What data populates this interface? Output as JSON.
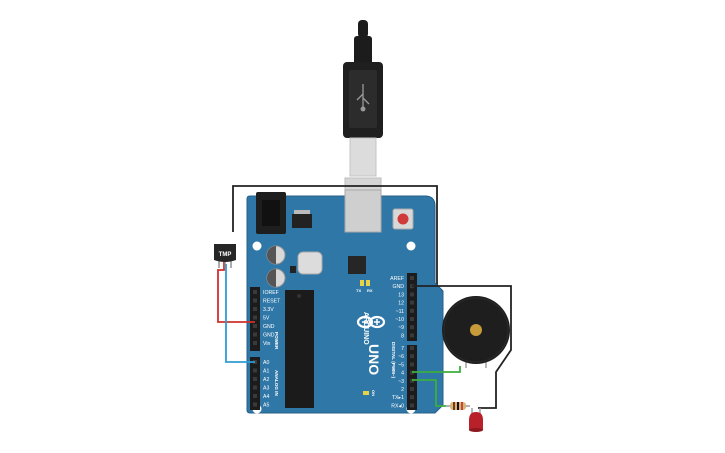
{
  "board": {
    "brand": "ARDUINO",
    "model": "UNO",
    "on_label": "ON",
    "tx_label": "TX",
    "rx_label": "RX",
    "l_label": "L",
    "power_header": "POWER",
    "analog_header": "ANALOG IN",
    "digital_header": "DIGITAL (PWM~)",
    "power_pins": [
      "IOREF",
      "RESET",
      "3.3V",
      "5V",
      "GND",
      "GND",
      "Vin"
    ],
    "analog_pins": [
      "A0",
      "A1",
      "A2",
      "A3",
      "A4",
      "A5"
    ],
    "digital_top_pins": [
      "AREF",
      "GND",
      "13",
      "12",
      "~11",
      "~10",
      "~9",
      "8"
    ],
    "digital_bottom_pins": [
      "7",
      "~6",
      "~5",
      "4",
      "~3",
      "2",
      "TX▸1",
      "RX◂0"
    ]
  },
  "sensor": {
    "label": "TMP"
  },
  "components": {
    "usb_cable": "usb-cable",
    "buzzer": "piezo-buzzer",
    "resistor": "resistor",
    "led": "red-led"
  },
  "colors": {
    "board": "#2F77A7",
    "wire_black": "#222222",
    "wire_red": "#D0312D",
    "wire_blue": "#2F9BD6",
    "wire_green": "#3DAE3D",
    "led": "#B8202A"
  }
}
